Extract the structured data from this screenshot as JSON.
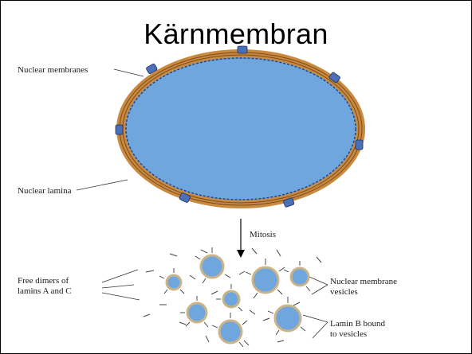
{
  "title": "Kärnmembran",
  "labels": {
    "nuclear_membranes": "Nuclear membranes",
    "nuclear_lamina": "Nuclear lamina",
    "mitosis": "Mitosis",
    "free_dimers_line1": "Free dimers of",
    "free_dimers_line2": "lamins A and C",
    "vesicles_line1": "Nuclear membrane",
    "vesicles_line2": "vesicles",
    "lamin_b_line1": "Lamin B bound",
    "lamin_b_line2": "to vesicles"
  },
  "colors": {
    "nucleus_fill": "#6fa6de",
    "membrane": "#c9893f",
    "membrane_dark": "#7a4b1c",
    "pore": "#4b6fb8",
    "vesicle_fill": "#6fa6de",
    "vesicle_rim": "#c9b48a"
  }
}
